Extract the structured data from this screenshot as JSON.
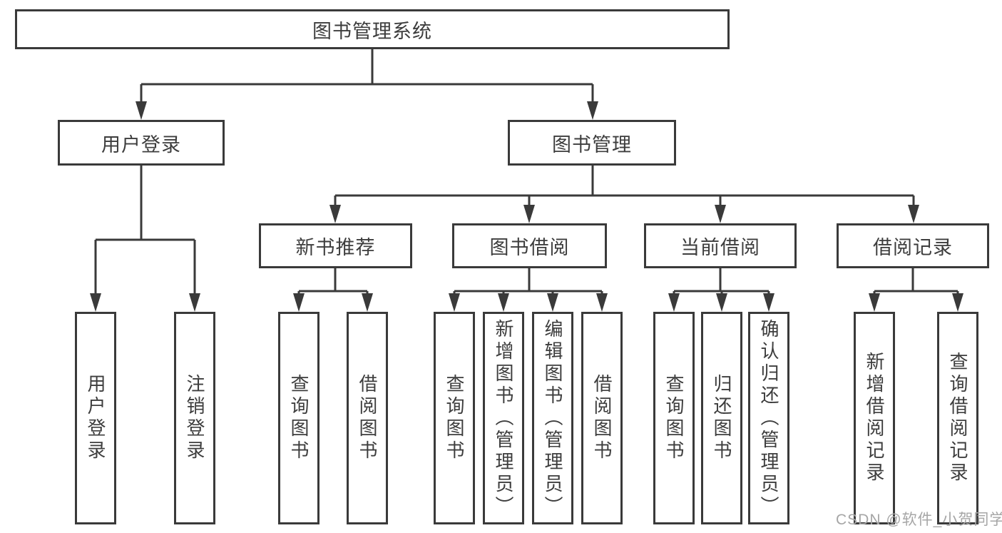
{
  "nodes": {
    "root": "图书管理系统",
    "user_login": "用户登录",
    "book_management": "图书管理",
    "new_book_recommendation": "新书推荐",
    "book_borrowing": "图书借阅",
    "current_borrowing": "当前借阅",
    "borrowing_records": "借阅记录",
    "leaf_user_login": "用户登录",
    "leaf_logout": "注销登录",
    "leaf_query_books_a": "查询图书",
    "leaf_borrow_books_a": "借阅图书",
    "leaf_query_books_b": "查询图书",
    "leaf_add_books_admin": "新增图书（管理员）",
    "leaf_edit_books_admin": "编辑图书（管理员）",
    "leaf_borrow_books_b": "借阅图书",
    "leaf_query_books_c": "查询图书",
    "leaf_return_books": "归还图书",
    "leaf_confirm_return_admin": "确认归还（管理员）",
    "leaf_add_borrow_record": "新增借阅记录",
    "leaf_query_borrow_record": "查询借阅记录"
  },
  "structure": {
    "root_children": [
      "user_login",
      "book_management"
    ],
    "user_login_children": [
      "leaf_user_login",
      "leaf_logout"
    ],
    "book_management_children": [
      "new_book_recommendation",
      "book_borrowing",
      "current_borrowing",
      "borrowing_records"
    ],
    "new_book_recommendation_children": [
      "leaf_query_books_a",
      "leaf_borrow_books_a"
    ],
    "book_borrowing_children": [
      "leaf_query_books_b",
      "leaf_add_books_admin",
      "leaf_edit_books_admin",
      "leaf_borrow_books_b"
    ],
    "current_borrowing_children": [
      "leaf_query_books_c",
      "leaf_return_books",
      "leaf_confirm_return_admin"
    ],
    "borrowing_records_children": [
      "leaf_add_borrow_record",
      "leaf_query_borrow_record"
    ]
  },
  "watermark": {
    "text": "CSDN @软件_小贺同学"
  },
  "colors": {
    "line": "#3a3a3a",
    "text": "#3d3d3d",
    "box_background": "#ffffff",
    "page_background": "#ffffff",
    "watermark": "#a6a6a6"
  }
}
